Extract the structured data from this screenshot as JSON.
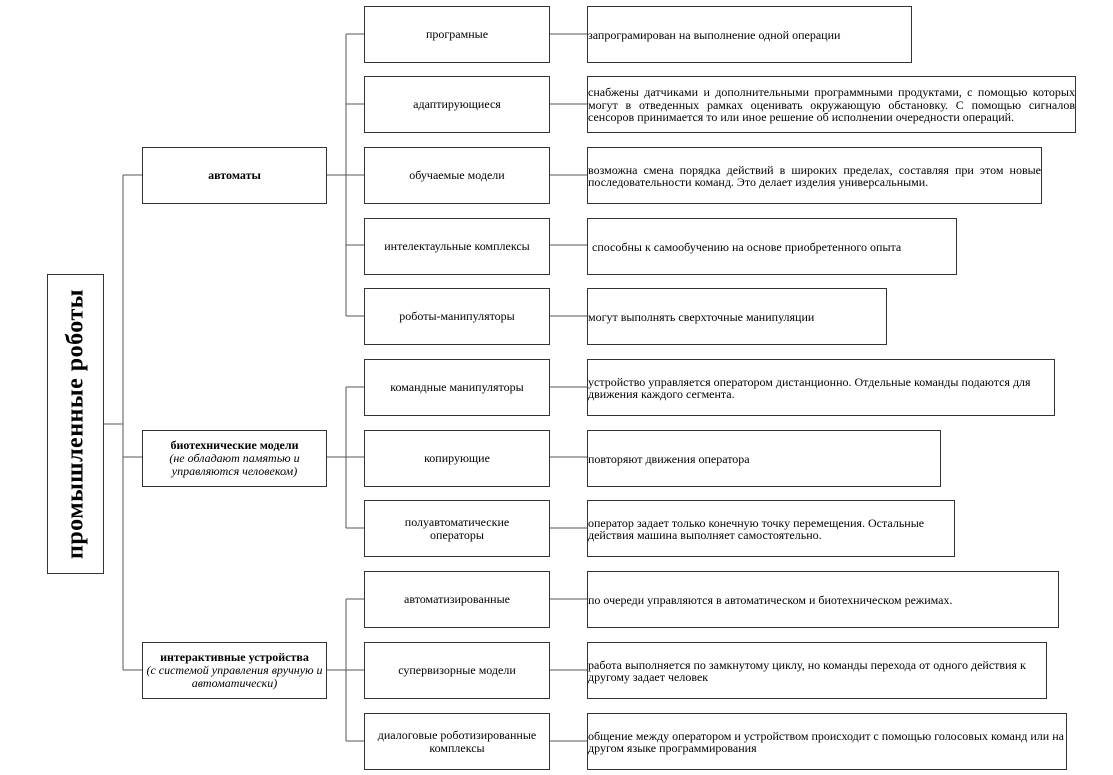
{
  "root": {
    "label": "промышленные роботы"
  },
  "groups": [
    {
      "title": "автоматы",
      "subtitle": "",
      "items": [
        {
          "label": "програмные",
          "desc": "запрограмирован на выполнение одной операции"
        },
        {
          "label": "адаптирующиеся",
          "desc": "снабжены датчиками и дополнительными программными продуктами, с помощью которых могут в отведенных рамках оценивать окружающую обстановку. С помощью сигналов сенсоров принимается то или иное решение об исполнении очередности операций."
        },
        {
          "label": "обучаемые модели",
          "desc": "возможна смена порядка действий в широких пределах, составляя при этом новые последовательности команд.  Это делает изделия универсальными."
        },
        {
          "label": "интелектаульные комплексы",
          "desc": "способны к самообучению на основе приобретенного опыта"
        },
        {
          "label": "роботы-манипуляторы",
          "desc": "могут выполнять сверхточные манипуляции"
        }
      ]
    },
    {
      "title": "биотехнические модели",
      "subtitle": "(не обладают памятью и управляются человеком)",
      "items": [
        {
          "label": "командные манипуляторы",
          "desc": "устройство управляется оператором дистанционно. Отдельные команды подаются для движения каждого сегмента."
        },
        {
          "label": "копирующие",
          "desc": "повторяют движения оператора"
        },
        {
          "label": "полуавтоматические операторы",
          "desc": "оператор задает только конечную точку перемещения. Остальные действия машина выполняет самостоятельно."
        }
      ]
    },
    {
      "title": "интерактивные устройства",
      "subtitle": "(с системой управления вручную и автоматически)",
      "items": [
        {
          "label": "автоматизированные",
          "desc": "по очереди управляются в автоматическом и биотехническом режимах."
        },
        {
          "label": "супервизорные модели",
          "desc": "работа выполняется по замкнутому циклу, но команды перехода от одного действия к другому задает человек"
        },
        {
          "label": "диалоговые роботизированные комплексы",
          "desc": "общение между оператором и устройством происходит с помощью голосовых команд или на другом языке программирования"
        }
      ]
    }
  ]
}
